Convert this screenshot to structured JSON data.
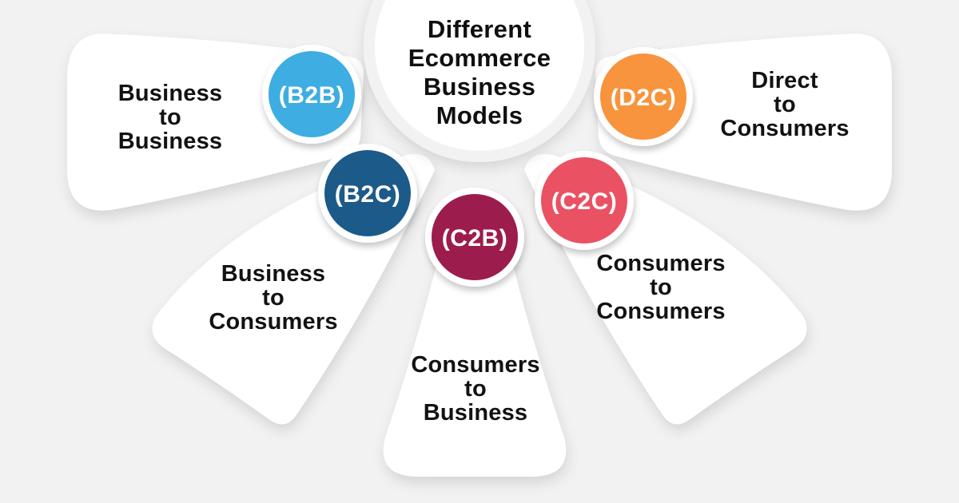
{
  "canvas": {
    "background": "#f2f2f3",
    "petal_color": "#ffffff",
    "text_color": "#121212"
  },
  "title": {
    "lines": [
      "Different",
      "Ecommerce",
      "Business",
      "Models"
    ]
  },
  "models": [
    {
      "id": "b2b",
      "abbr": "(B2B)",
      "color": "#3cade2",
      "lines": [
        "Business",
        "to",
        "Business"
      ]
    },
    {
      "id": "b2c",
      "abbr": "(B2C)",
      "color": "#1b5a8a",
      "lines": [
        "Business",
        "to",
        "Consumers"
      ]
    },
    {
      "id": "c2b",
      "abbr": "(C2B)",
      "color": "#9c1b4e",
      "lines": [
        "Consumers",
        "to",
        "Business"
      ]
    },
    {
      "id": "c2c",
      "abbr": "(C2C)",
      "color": "#ea5164",
      "lines": [
        "Consumers",
        "to",
        "Consumers"
      ]
    },
    {
      "id": "d2c",
      "abbr": "(D2C)",
      "color": "#f7943c",
      "lines": [
        "Direct",
        "to",
        "Consumers"
      ]
    }
  ]
}
